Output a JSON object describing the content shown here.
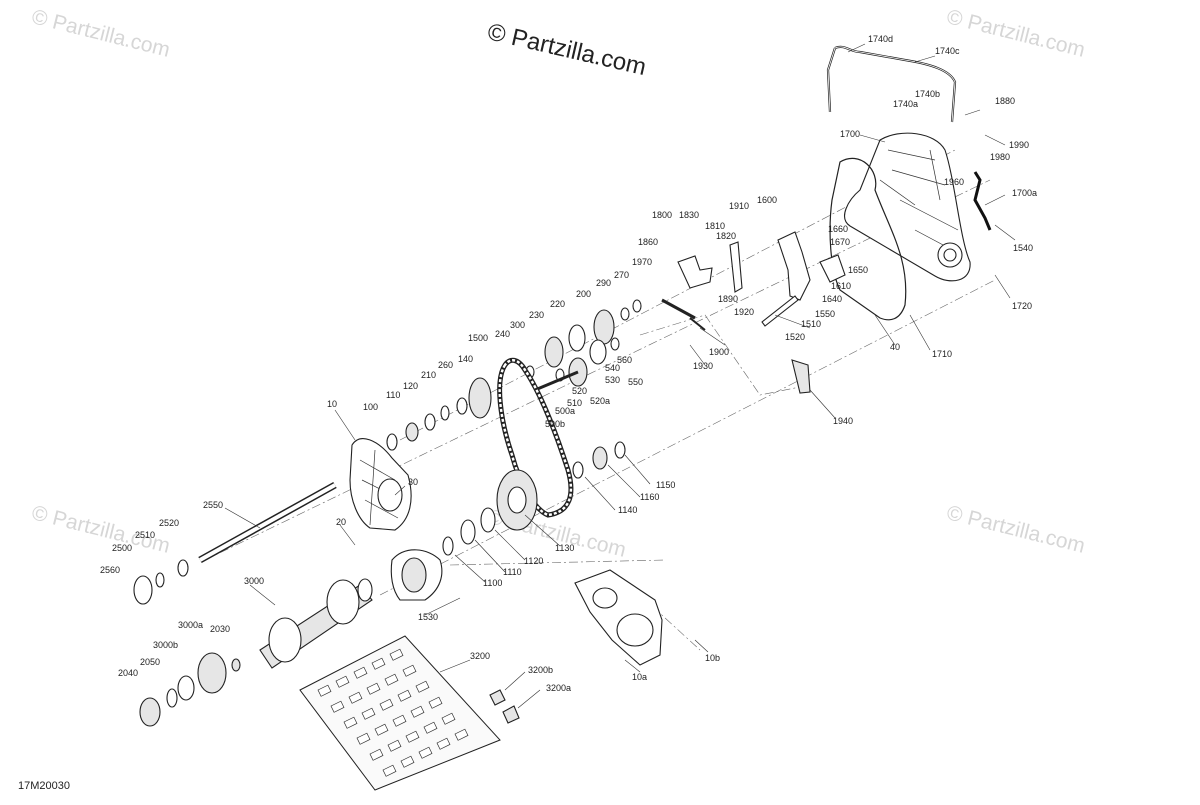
{
  "copyright": "© Partzilla.com",
  "watermark": "© Partzilla.com",
  "diagram_code": "17M20030",
  "part_labels": [
    "1740d",
    "1740c",
    "1740b",
    "1740a",
    "1880",
    "1700",
    "1990",
    "1980",
    "1960",
    "1700a",
    "1540",
    "1720",
    "1710",
    "40",
    "1940",
    "1600",
    "1660",
    "1670",
    "1650",
    "1610",
    "1640",
    "1550",
    "1510",
    "1520",
    "1910",
    "1810",
    "1820",
    "1830",
    "1800",
    "1860",
    "1890",
    "1920",
    "1970",
    "270",
    "290",
    "200",
    "220",
    "230",
    "300",
    "240",
    "1500",
    "560",
    "540",
    "530",
    "550",
    "520",
    "520a",
    "510",
    "500a",
    "500b",
    "1900",
    "1930",
    "260",
    "210",
    "140",
    "120",
    "110",
    "100",
    "10",
    "30",
    "2550",
    "2520",
    "2510",
    "2500",
    "2560",
    "20",
    "1150",
    "1160",
    "1140",
    "1130",
    "1120",
    "1110",
    "1100",
    "1530",
    "3000",
    "3000a",
    "2030",
    "3000b",
    "2050",
    "2040",
    "3200",
    "3200b",
    "3200a",
    "10a",
    "10b"
  ]
}
